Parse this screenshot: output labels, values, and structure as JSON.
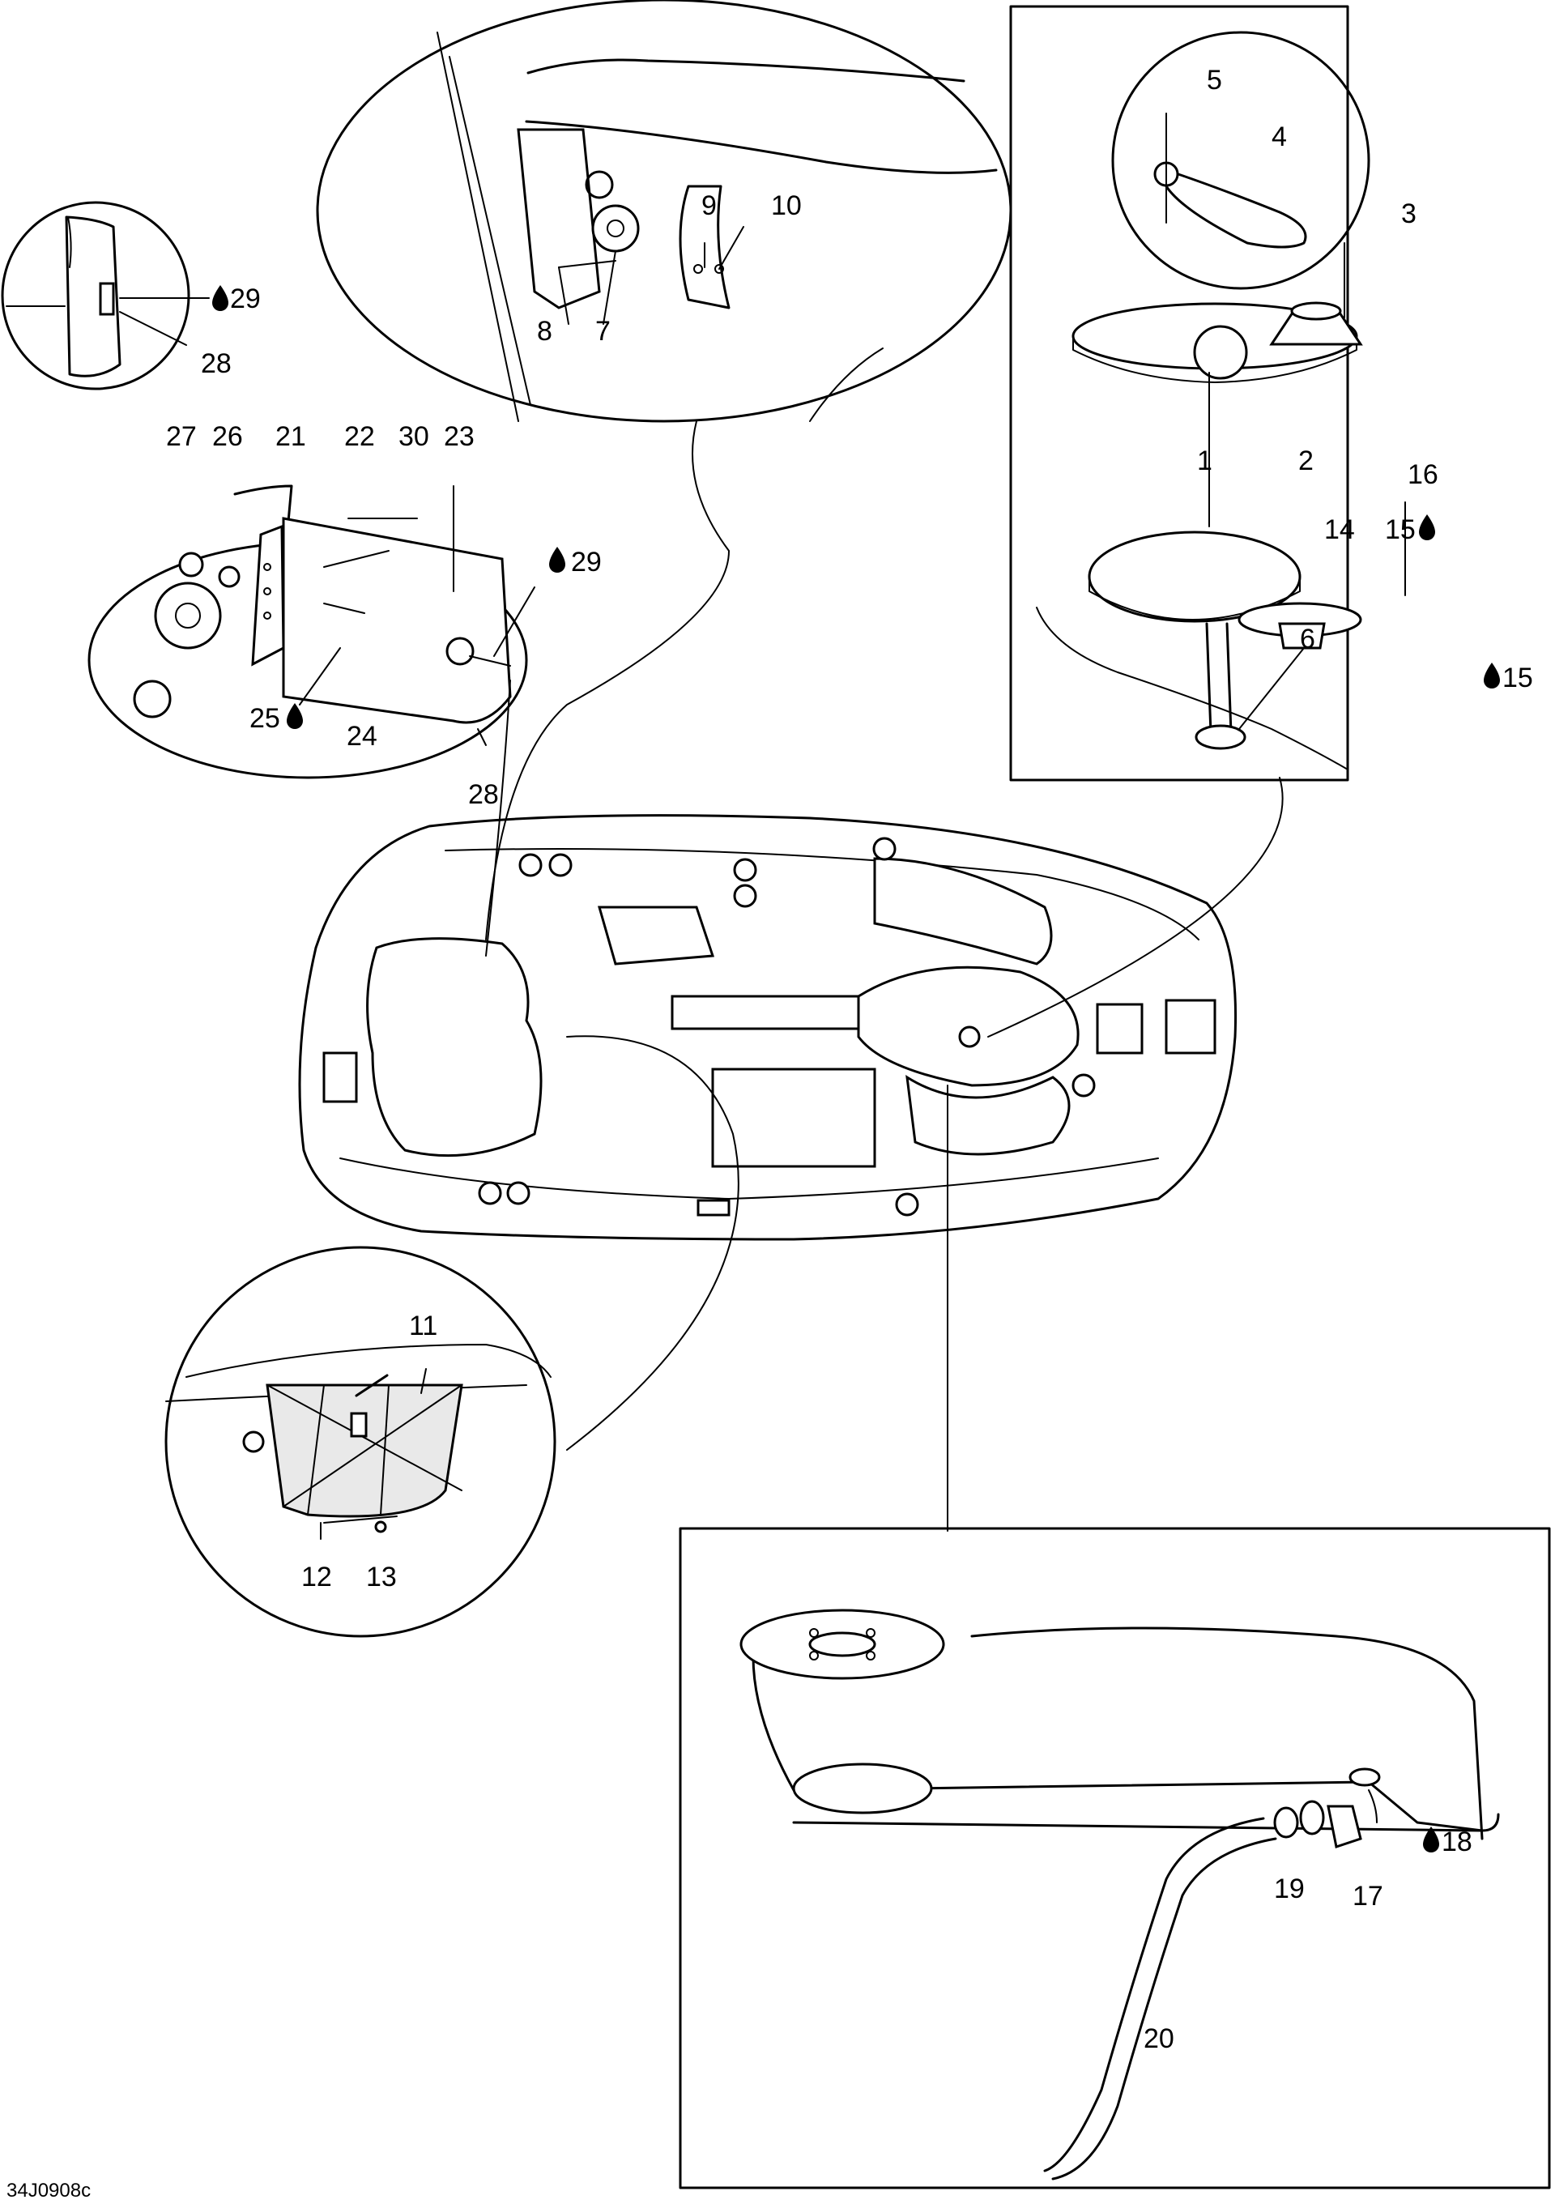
{
  "drawing_code": "34J0908c",
  "callouts": {
    "c1": "1",
    "c2": "2",
    "c3": "3",
    "c4": "4",
    "c5": "5",
    "c6": "6",
    "c7": "7",
    "c8": "8",
    "c9": "9",
    "c10": "10",
    "c11": "11",
    "c12": "12",
    "c13": "13",
    "c14": "14",
    "c15a": "15",
    "c15b": "15",
    "c16": "16",
    "c17": "17",
    "c18": "18",
    "c19": "19",
    "c20": "20",
    "c21": "21",
    "c22": "22",
    "c23": "23",
    "c24": "24",
    "c25": "25",
    "c26": "26",
    "c27": "27",
    "c28a": "28",
    "c28b": "28",
    "c29a": "29",
    "c29b": "29",
    "c30": "30"
  },
  "icons": {
    "drop": "sealant-drop-icon"
  }
}
